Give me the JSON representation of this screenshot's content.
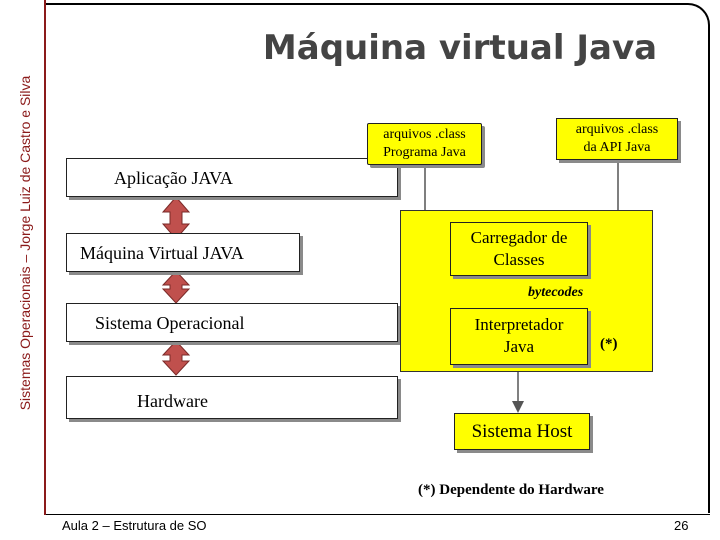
{
  "sidebar": {
    "text": "Sistemas Operacionais – Jorge Luiz de Castro e Silva"
  },
  "title": "Máquina virtual Java",
  "layers": {
    "app": "Aplicação JAVA",
    "jvm": "Máquina Virtual JAVA",
    "os": "Sistema Operacional",
    "hw": "Hardware"
  },
  "files": {
    "program_line1": "arquivos .class",
    "program_line2": "Programa Java",
    "api_line1": "arquivos .class",
    "api_line2": "da API Java"
  },
  "jvm_parts": {
    "loader_line1": "Carregador de",
    "loader_line2": "Classes",
    "bytecodes": "bytecodes",
    "interp_line1": "Interpretador",
    "interp_line2": "Java",
    "asterisk": "(*)"
  },
  "host": "Sistema Host",
  "note": "(*) Dependente do Hardware",
  "footer": {
    "left": "Aula 2 – Estrutura de SO",
    "page": "26"
  },
  "colors": {
    "accent": "#8b1a1a",
    "yellow": "#ffff00",
    "arrow": "#c0504d"
  }
}
